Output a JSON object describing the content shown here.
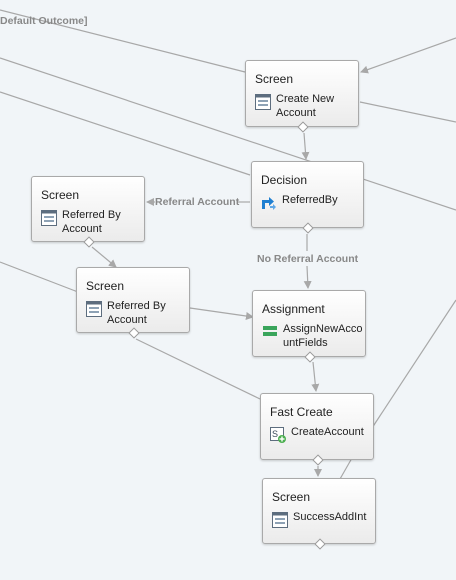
{
  "connector_labels": {
    "default_outcome": "Default Outcome]",
    "referral_account": "Referral Account",
    "no_referral_account": "No Referral Account"
  },
  "nodes": {
    "screen_create_account": {
      "type": "Screen",
      "label": "Create New Account",
      "icon": "screen-icon"
    },
    "decision_referred_by": {
      "type": "Decision",
      "label": "ReferredBy",
      "icon": "decision-icon"
    },
    "screen_referred_by_top": {
      "type": "Screen",
      "label": "Referred By Account",
      "icon": "screen-icon"
    },
    "screen_referred_by_bottom": {
      "type": "Screen",
      "label": "Referred By Account",
      "icon": "screen-icon"
    },
    "assignment_fields": {
      "type": "Assignment",
      "label": "AssignNewAccountFields",
      "icon": "assignment-icon"
    },
    "fast_create_account": {
      "type": "Fast Create",
      "label": "CreateAccount",
      "icon": "fast-create-icon"
    },
    "screen_success": {
      "type": "Screen",
      "label": "SuccessAddInt",
      "icon": "screen-icon"
    }
  },
  "colors": {
    "canvas": "#f1f5f8",
    "connector": "#a8a8a8",
    "decision_icon": "#1f7fd1",
    "assignment_icon": "#3aa55b",
    "fast_create_icon": "#4caf50"
  }
}
